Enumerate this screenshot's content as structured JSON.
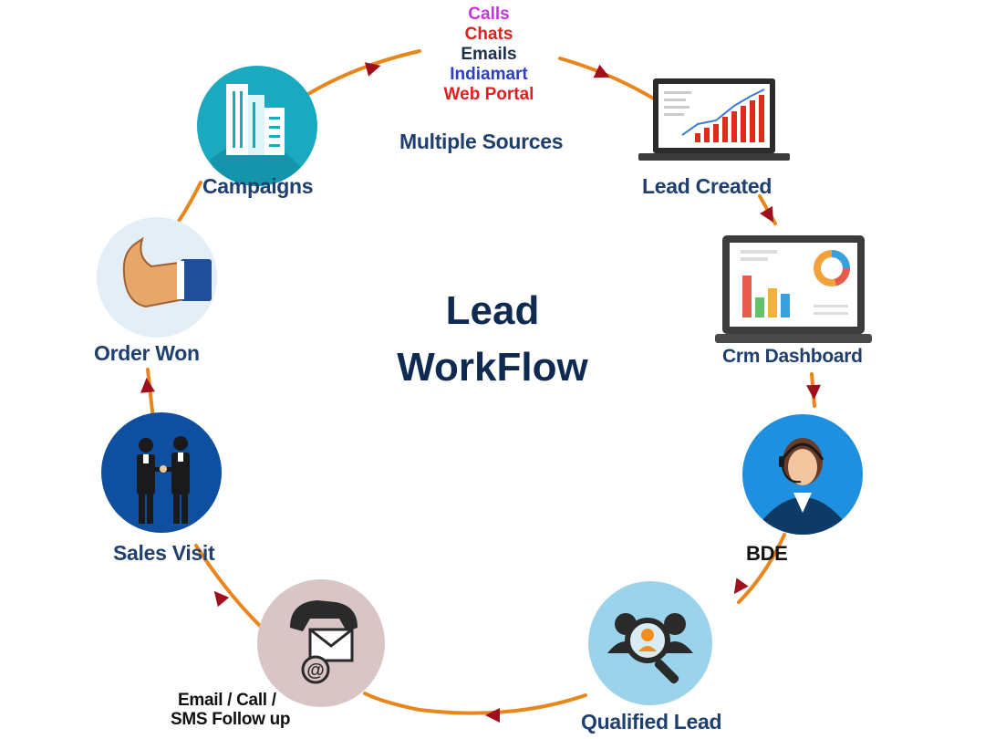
{
  "sources": [
    {
      "label": "Calls",
      "color": "#c038d8"
    },
    {
      "label": "Chats",
      "color": "#e02020"
    },
    {
      "label": "Emails",
      "color": "#1c2f4e"
    },
    {
      "label": "Indiamart",
      "color": "#2b3fc8"
    },
    {
      "label": "Web Portal",
      "color": "#e02020"
    }
  ],
  "multiple_sources": "Multiple Sources",
  "title_line1": "Lead",
  "title_line2": "WorkFlow",
  "stages": {
    "lead_created": "Lead Created",
    "crm_dashboard": "Crm Dashboard",
    "bde": "BDE",
    "qualified_lead": "Qualified Lead",
    "followup_line1": "Email / Call /",
    "followup_line2": "SMS Follow up",
    "sales_visit": "Sales Visit",
    "order_won": "Order Won",
    "campaigns": "Campaigns"
  },
  "colors": {
    "ring": "#e8861c",
    "arrow": "#a0101c",
    "label": "#1f3f6e",
    "teal": "#1ba9c0",
    "blue": "#1f8fe0",
    "light_blue": "#9bd2ec",
    "dusty_pink": "#d9c4c6",
    "navy": "#0e3a66"
  }
}
